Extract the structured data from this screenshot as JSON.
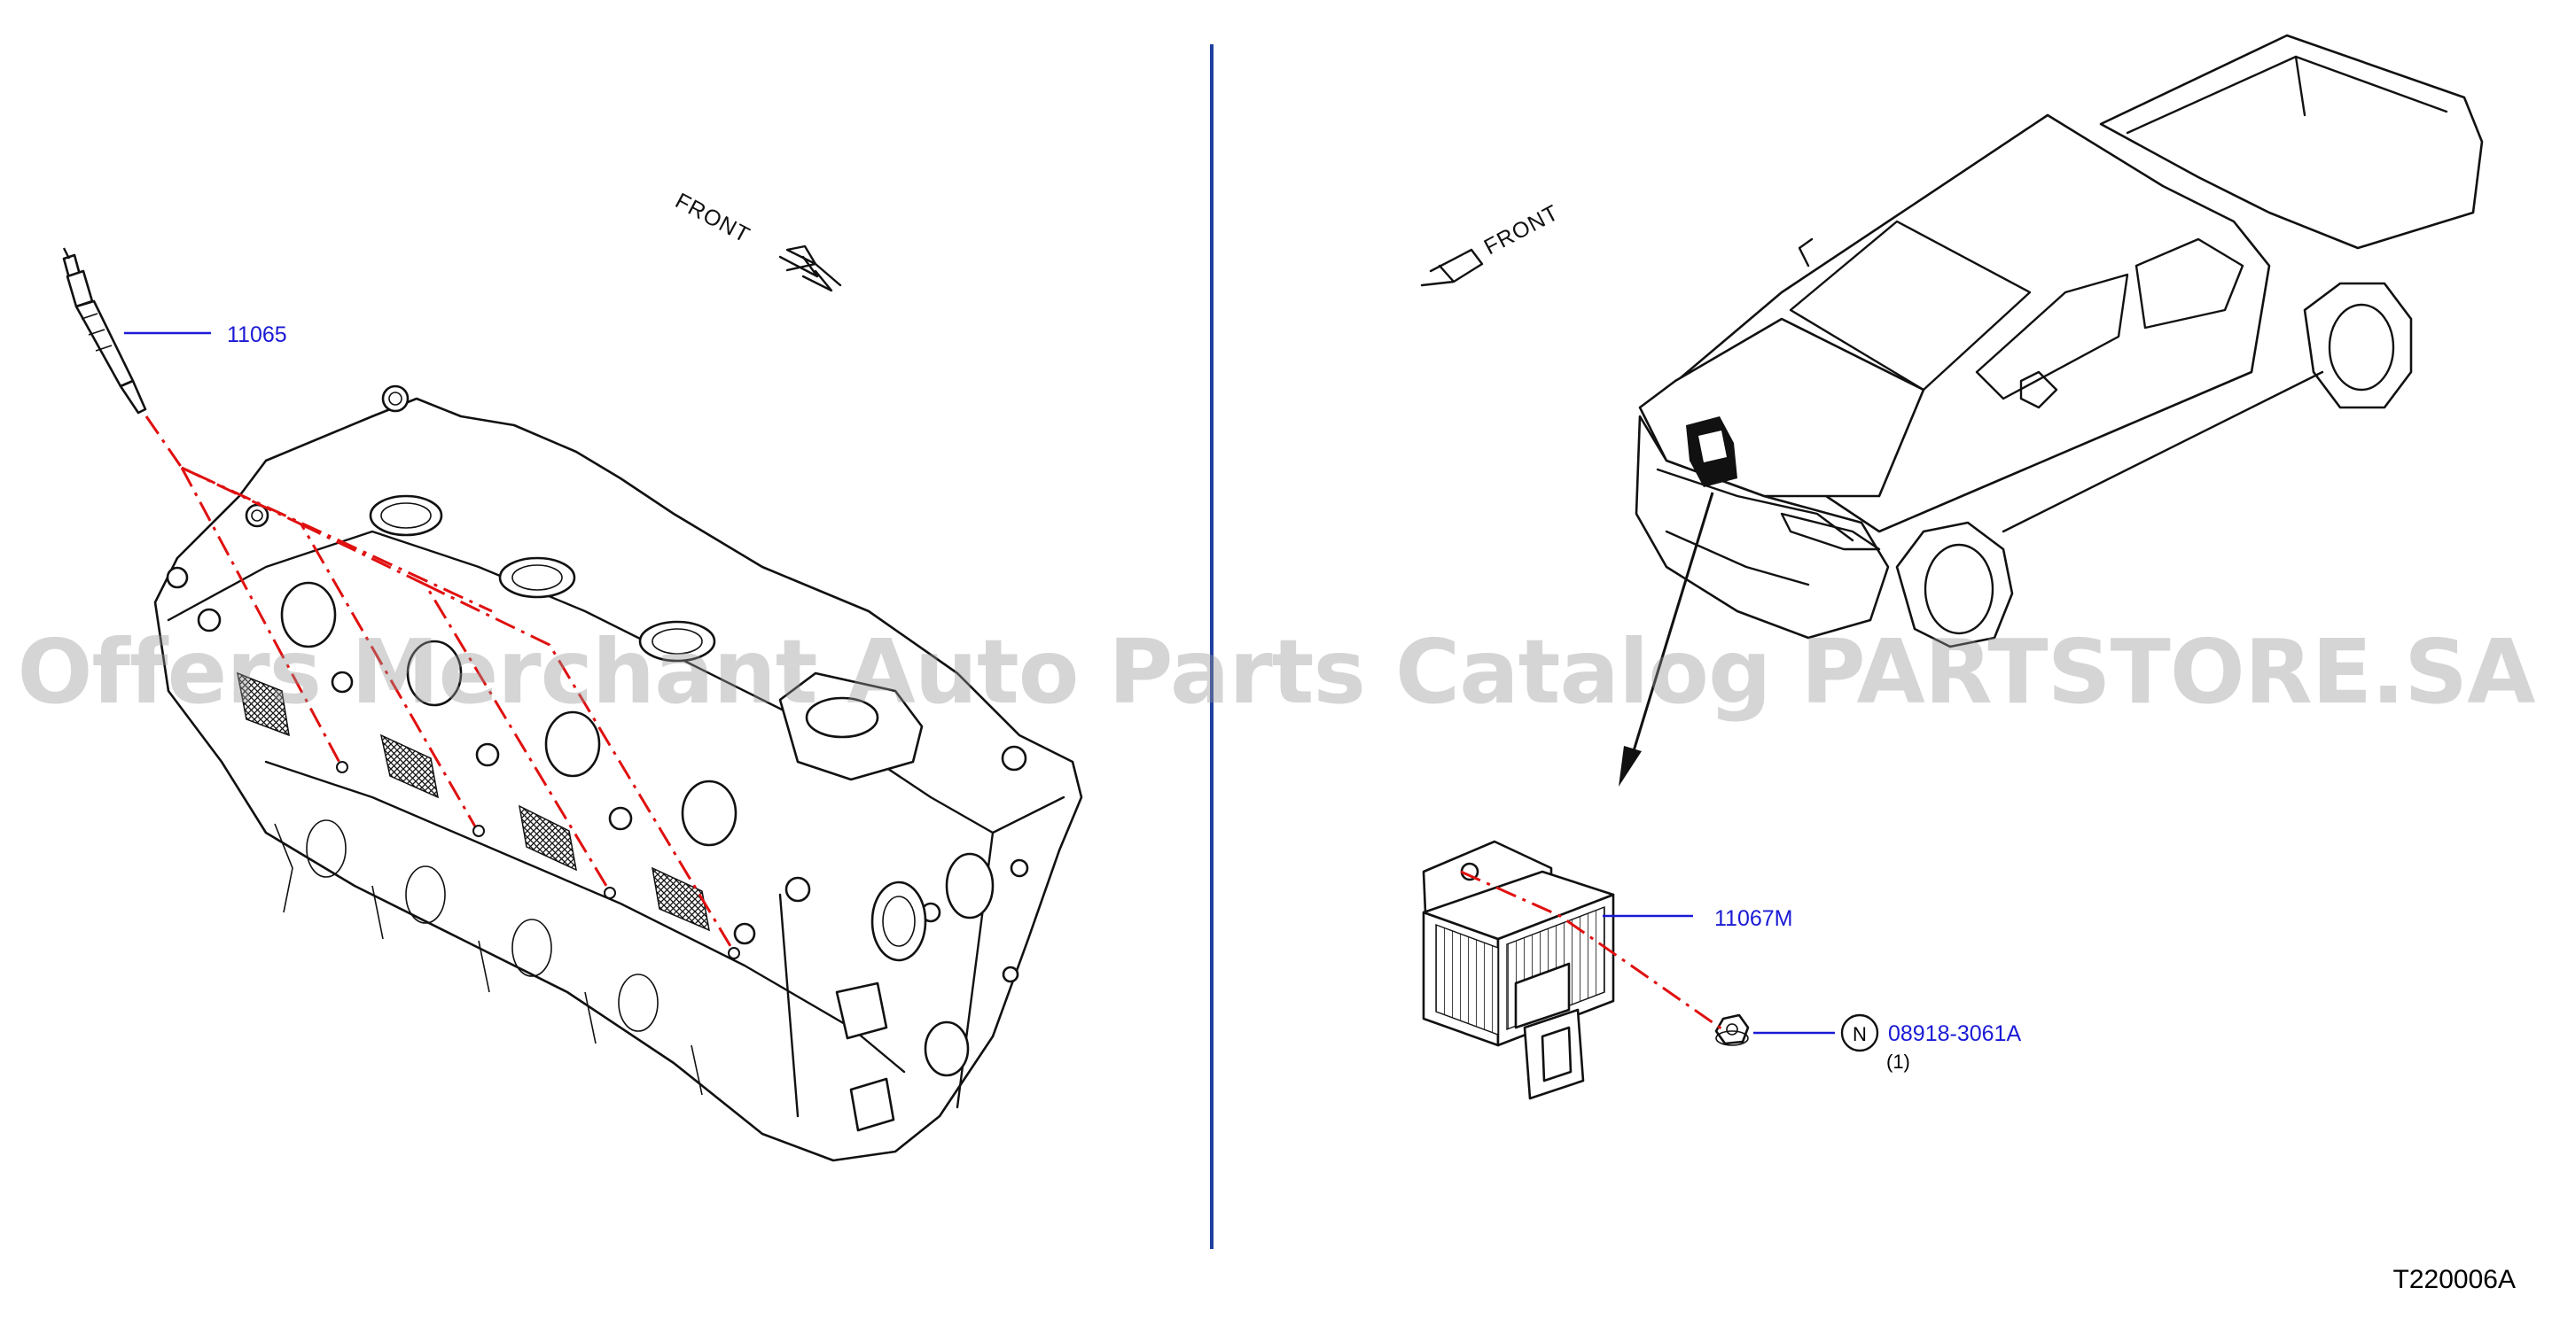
{
  "diagram": {
    "left_panel": {
      "front_label": "FRONT",
      "glow_plug_part": "11065"
    },
    "right_panel": {
      "front_label": "FRONT",
      "controller_part": "11067M",
      "nut_marker": "N",
      "nut_part": "08918-3061A",
      "nut_qty": "(1)"
    },
    "illustration_id": "T220006A",
    "watermark": "Offers Merchant Auto Parts Catalog PARTSTORE.SA",
    "colors": {
      "callout_text": "#1a1ad6",
      "divider": "#1f3f9f",
      "dashed_leader": "#e01010"
    }
  }
}
